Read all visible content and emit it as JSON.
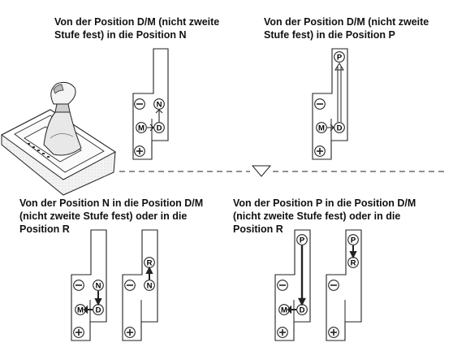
{
  "captions": {
    "top_left": "Von der Position D/M (nicht zweite\nStufe fest) in die Position N",
    "top_right": "Von der Position D/M (nicht zweite\nStufe fest) in die Position P",
    "bottom_left": "Von der Position N in die Position D/M\n(nicht zweite Stufe fest) oder in die\nPosition R",
    "bottom_right": "Von der Position P in die Position D/M\n(nicht zweite Stufe fest) oder in die\nPosition R"
  },
  "positions": {
    "park": "P",
    "reverse": "R",
    "neutral": "N",
    "drive": "D",
    "manual": "M",
    "upshift": "+",
    "downshift": "−"
  },
  "colors": {
    "line": "#222222",
    "fill": "#ffffff",
    "bezel": "#dddddd"
  }
}
